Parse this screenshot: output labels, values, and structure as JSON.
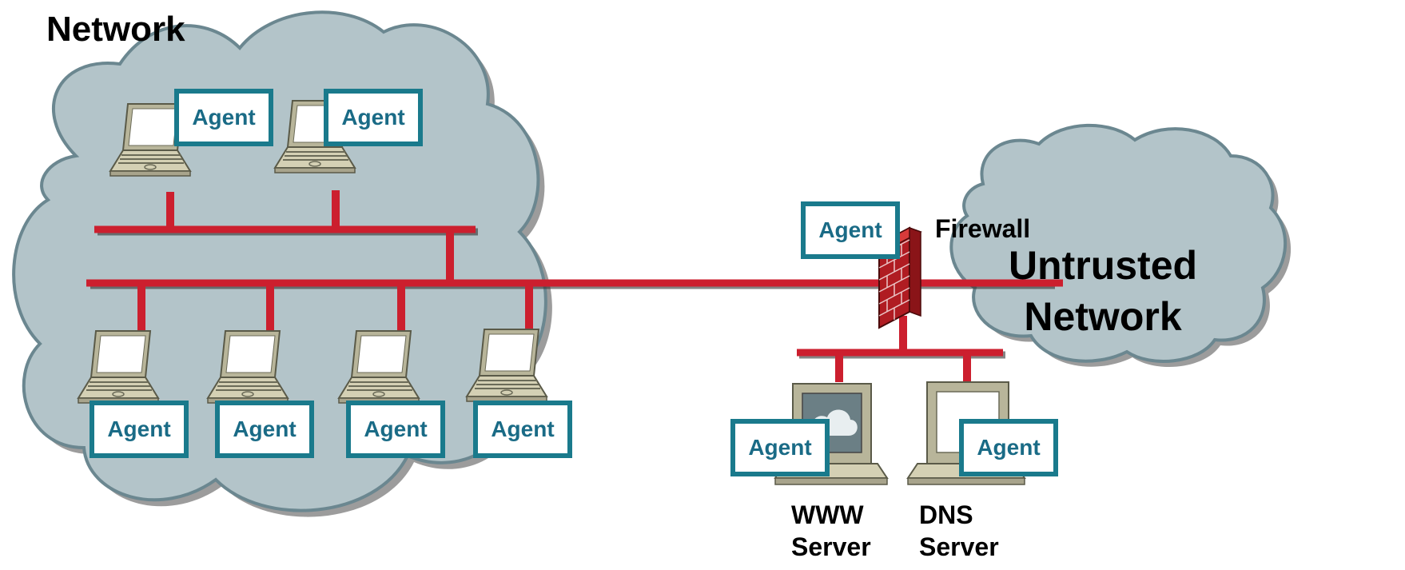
{
  "diagram": {
    "corporate_network_label": "Network",
    "untrusted_network_label_line1": "Untrusted",
    "untrusted_network_label_line2": "Network",
    "firewall_label": "Firewall",
    "www_server_label_line1": "WWW",
    "www_server_label_line2": "Server",
    "dns_server_label_line1": "DNS",
    "dns_server_label_line2": "Server",
    "agent_label": "Agent"
  },
  "colors": {
    "cloud_fill": "#b3c4c9",
    "cloud_stroke": "#6b8790",
    "network_line": "#cc1f2e",
    "agent_border": "#1a7a8c",
    "agent_text": "#1a6b86"
  }
}
